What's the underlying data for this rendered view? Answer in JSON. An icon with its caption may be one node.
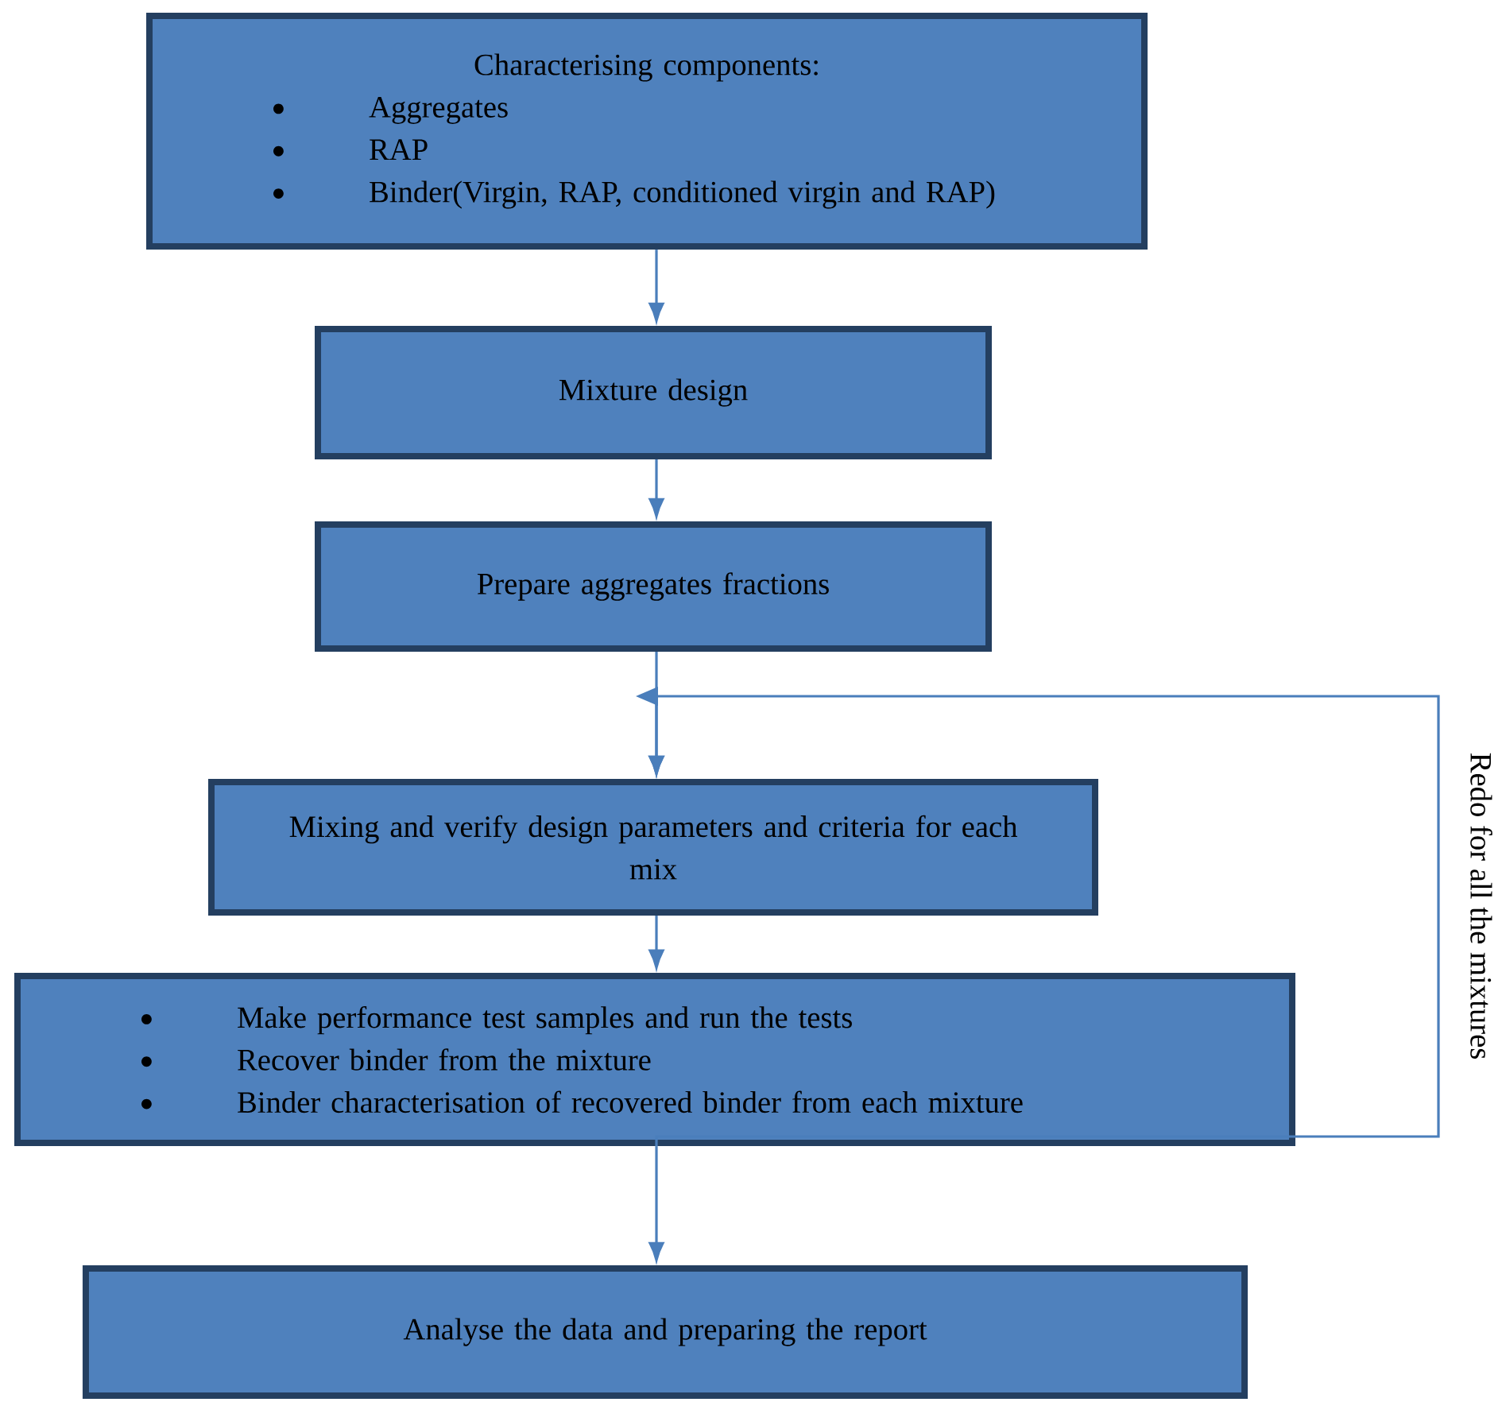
{
  "diagram": {
    "nodes": [
      {
        "text": [
          "Characterising components:",
          "Aggregates",
          "RAP",
          "Binder(Virgin, RAP, conditioned virgin and RAP)"
        ]
      },
      {
        "text": [
          "Mixture design"
        ]
      },
      {
        "text": [
          "Prepare aggregates fractions"
        ]
      },
      {
        "text": [
          "Mixing and verify design parameters and criteria for each mix"
        ]
      },
      {
        "text": [
          "Make performance test samples and run the tests",
          "Recover binder from the mixture",
          "Binder characterisation of recovered binder from each mixture"
        ]
      },
      {
        "text": [
          "Analyse the data and preparing the report"
        ]
      }
    ],
    "edges": [
      {
        "from": 0,
        "to": 1,
        "arrow": "to"
      },
      {
        "from": 1,
        "to": 2,
        "arrow": "to"
      },
      {
        "from": 2,
        "to": 3,
        "arrow": "to"
      },
      {
        "from": 3,
        "to": 4,
        "arrow": "to"
      },
      {
        "from": 4,
        "to": 5,
        "arrow": "to"
      },
      {
        "from": 4,
        "to": 3,
        "arrow": "to",
        "label": "Redo for all the mixtures"
      }
    ]
  }
}
